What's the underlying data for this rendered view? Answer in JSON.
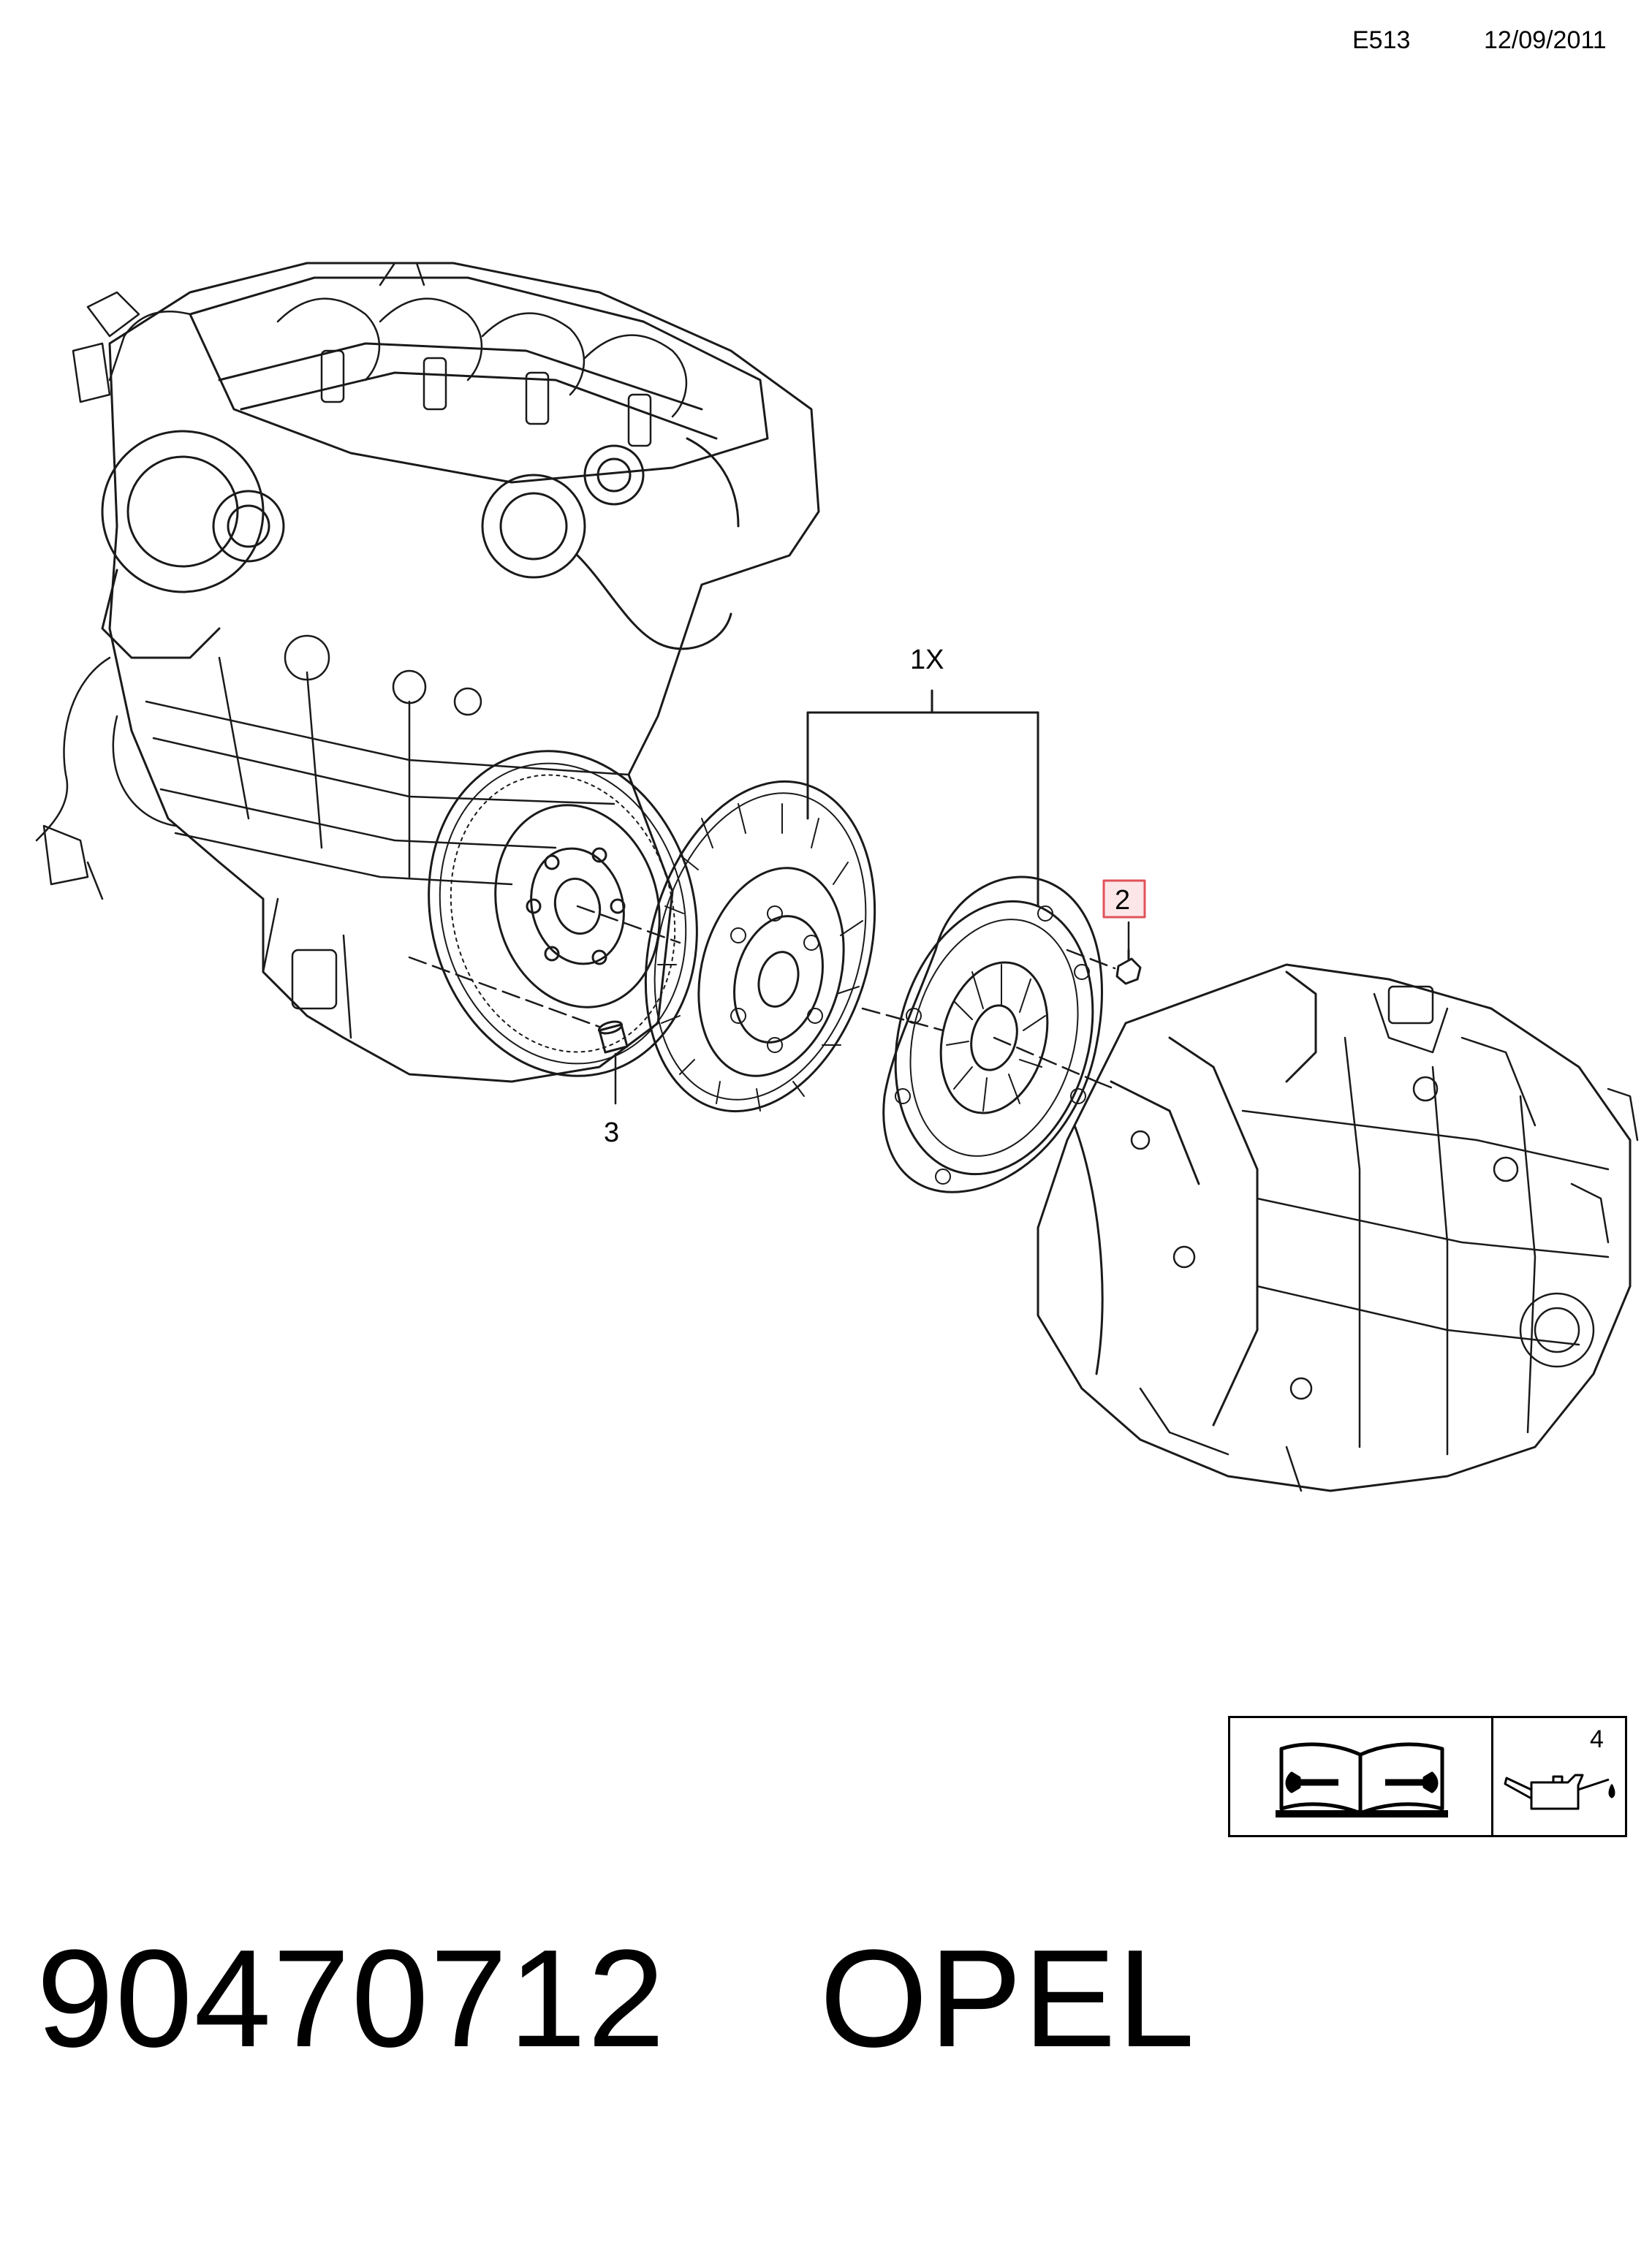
{
  "header": {
    "code": "E513",
    "date": "12/09/2011"
  },
  "callouts": {
    "assembly": "1X",
    "bolt": "2",
    "bushing": "3"
  },
  "info_box": {
    "manual_icon": "manual-wrench-icon",
    "oil_can_icon": "oil-can-icon",
    "quantity": "4"
  },
  "footer": {
    "part_number": "90470712",
    "brand": "OPEL"
  },
  "colors": {
    "callout_highlight": "#e0525a"
  }
}
